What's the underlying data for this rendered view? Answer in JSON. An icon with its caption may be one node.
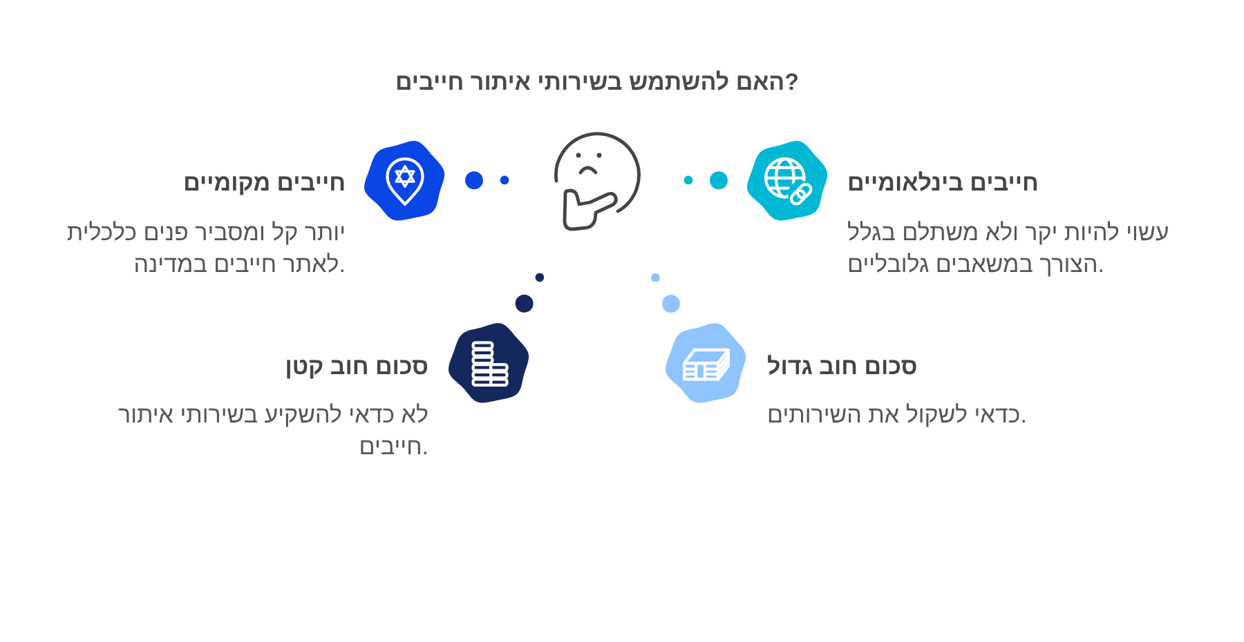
{
  "diagram": {
    "title": "האם להשתמש בשירותי איתור חייבים?",
    "nodes": [
      {
        "text": [],
        "shape": "picture"
      },
      {
        "text": [
          "חייבים בינלאומיים",
          "עשוי להיות יקר ולא משתלם בגלל הצורך במשאבים גלובליים."
        ]
      },
      {
        "text": [
          "חייבים מקומיים",
          "יותר קל ומסביר פנים כלכלית לאתר חייבים במדינה."
        ]
      },
      {
        "text": [
          "סכום חוב גדול",
          "כדאי לשקול את השירותים."
        ]
      },
      {
        "text": [
          "סכום חוב קטן",
          "לא כדאי להשקיע בשירותי איתור חייבים."
        ]
      }
    ],
    "edges": [
      {
        "from": 0,
        "to": 1,
        "arrow": "none",
        "color": "#00b8d4"
      },
      {
        "from": 0,
        "to": 2,
        "arrow": "none",
        "color": "#0a45e6"
      },
      {
        "from": 0,
        "to": 3,
        "arrow": "none",
        "color": "#90c4ff"
      },
      {
        "from": 0,
        "to": 4,
        "arrow": "none",
        "color": "#15285e"
      }
    ]
  }
}
